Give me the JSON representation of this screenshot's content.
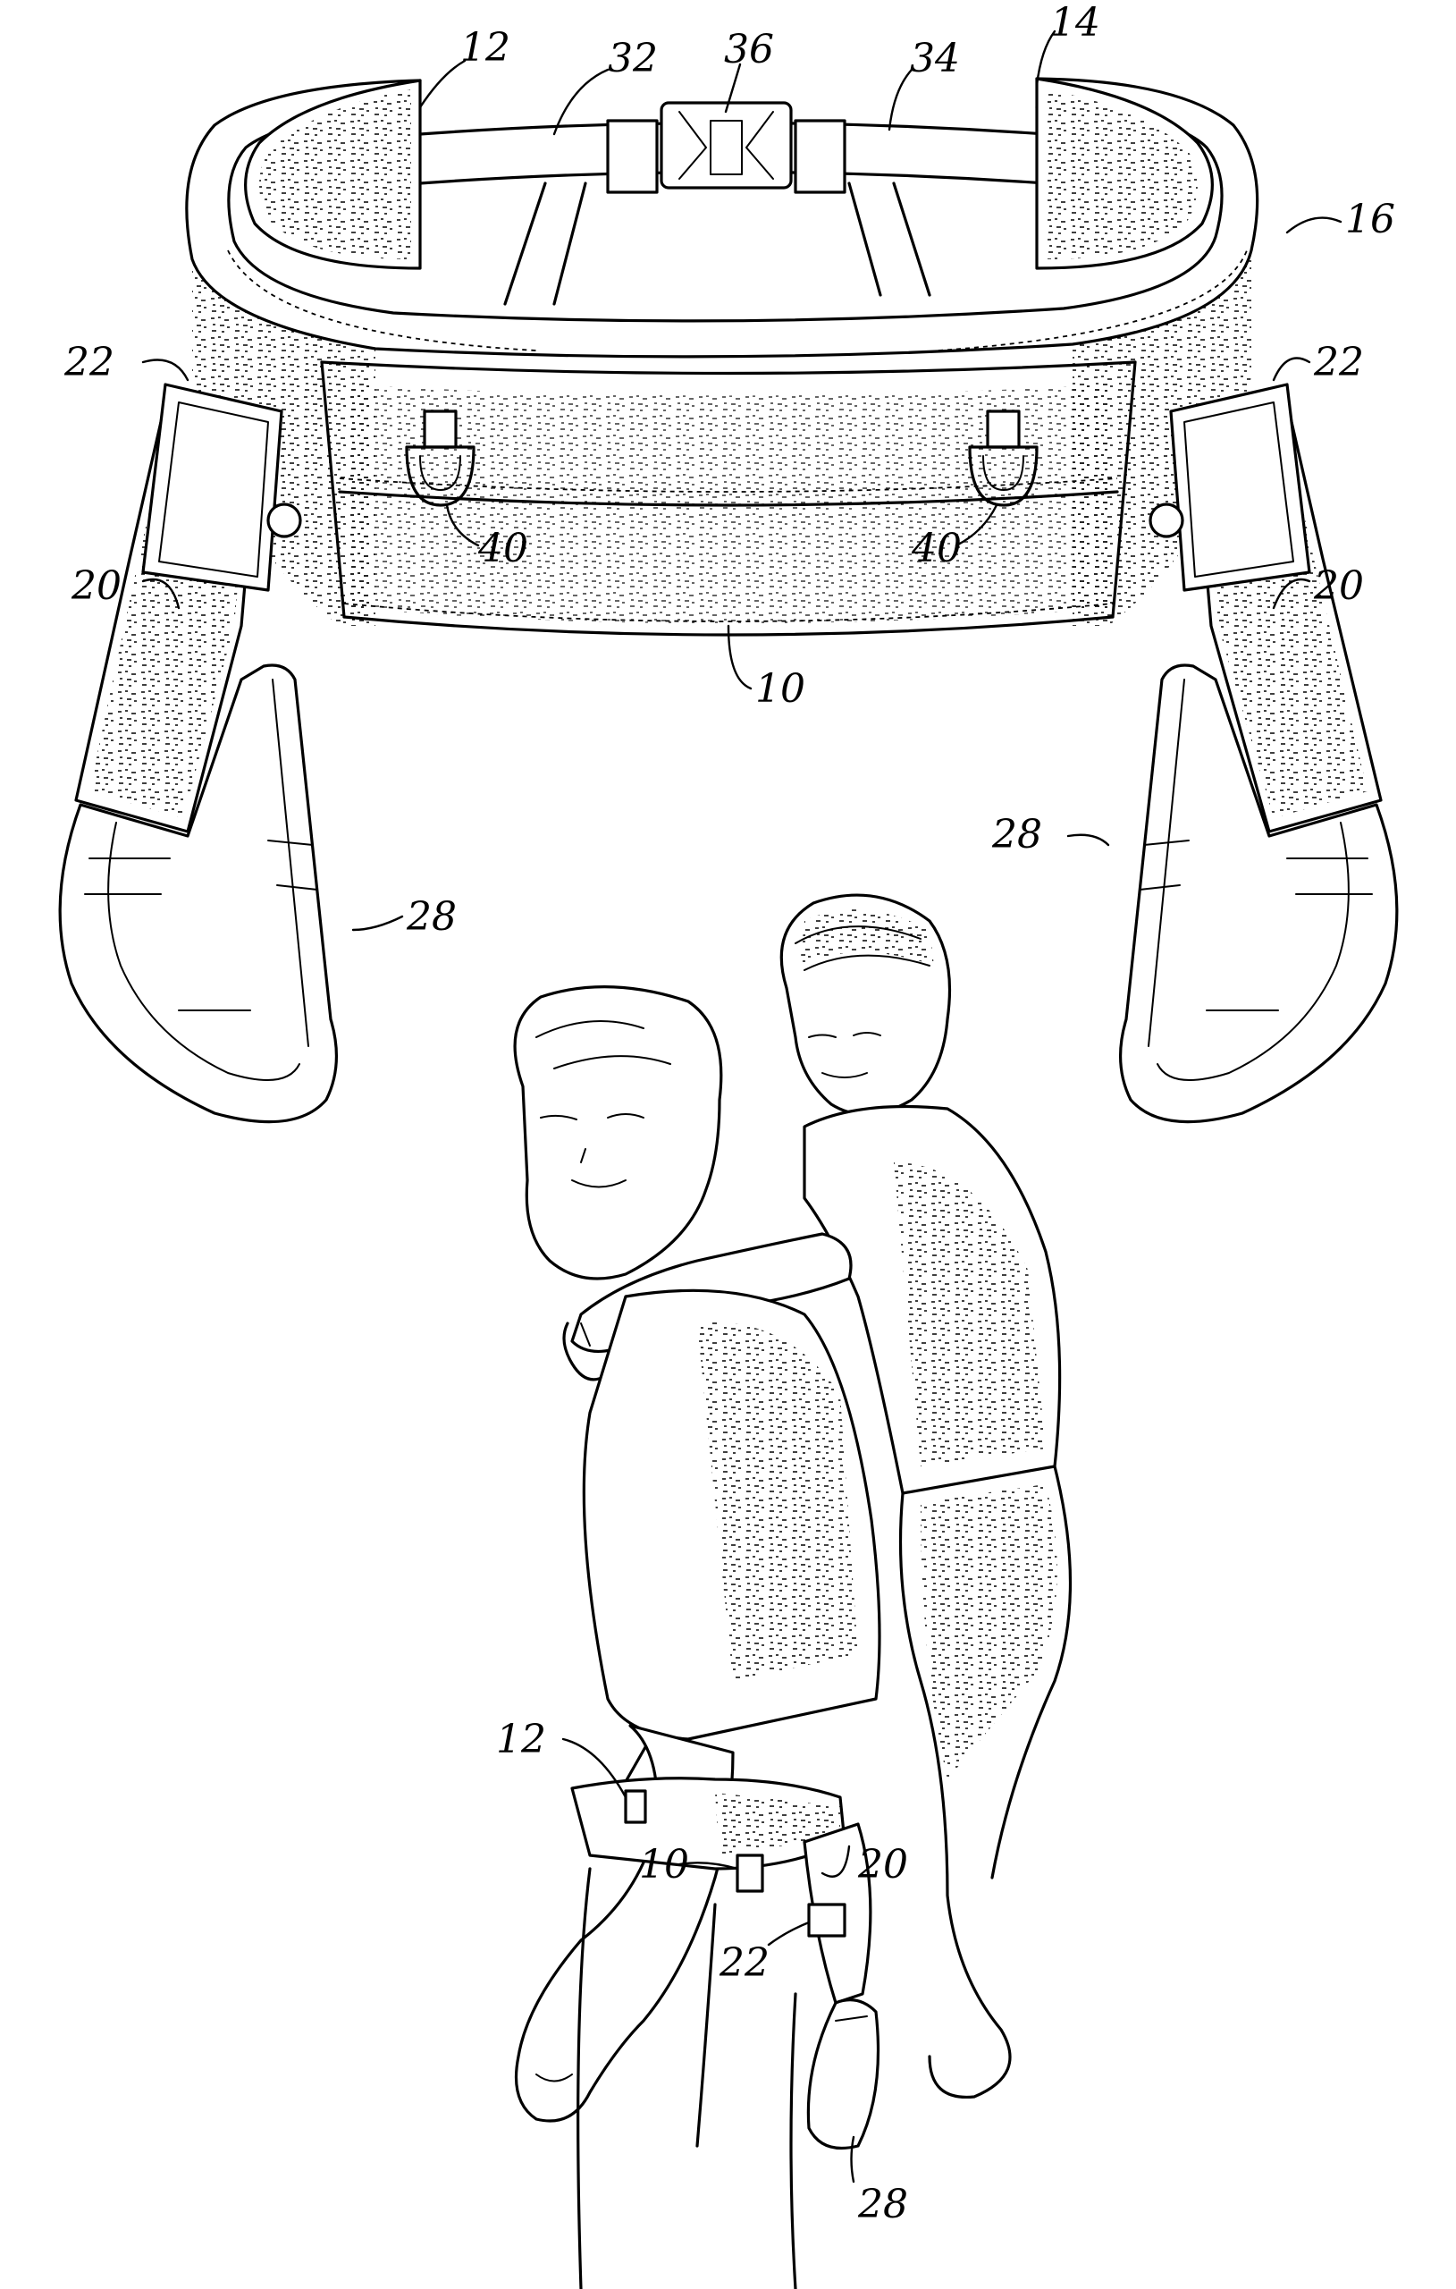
{
  "figure": {
    "type": "patent-drawing",
    "top_view": {
      "reference_numerals": {
        "r12": "12",
        "r32": "32",
        "r36": "36",
        "r34": "34",
        "r14": "14",
        "r16": "16",
        "r22_left": "22",
        "r22_right": "22",
        "r40_left": "40",
        "r40_right": "40",
        "r20_left": "20",
        "r20_right": "20",
        "r10": "10",
        "r28_left": "28",
        "r28_right": "28"
      }
    },
    "usage_view": {
      "reference_numerals": {
        "r12": "12",
        "r10": "10",
        "r20": "20",
        "r22": "22",
        "r28": "28"
      }
    }
  }
}
